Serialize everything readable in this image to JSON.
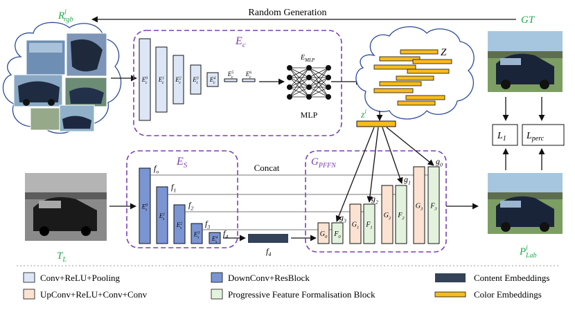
{
  "top_arrow_label": "Random Generation",
  "labels": {
    "r_rgb": "R",
    "r_rgb_sup": "i",
    "r_rgb_sub": "rgb",
    "gt": "GT",
    "ec_title": "E",
    "ec_title_sub": "c",
    "es_title": "E",
    "es_title_sub": "S",
    "g_title": "G",
    "g_title_sub": "PFFN",
    "mlp_top": "E",
    "mlp_top_sub": "MLP",
    "mlp_bottom": "MLP",
    "z_set": "Z",
    "z_i": "z",
    "z_i_sup": "i",
    "concat": "Concat",
    "t_l": "T",
    "t_l_sub": "L",
    "p_lab": "P",
    "p_lab_sup": "i",
    "p_lab_sub": "Lab",
    "loss1": "L",
    "loss1_sub": "1",
    "loss_perc": "L",
    "loss_perc_sub": "perc"
  },
  "ec_blocks": [
    {
      "name": "E",
      "sup": "0",
      "sub": "c"
    },
    {
      "name": "E",
      "sup": "1",
      "sub": "c"
    },
    {
      "name": "E",
      "sup": "2",
      "sub": "c"
    },
    {
      "name": "E",
      "sup": "3",
      "sub": "c"
    },
    {
      "name": "E",
      "sup": "4",
      "sub": "c"
    },
    {
      "name": "E",
      "sup": "5",
      "sub": "c"
    },
    {
      "name": "E",
      "sup": "6",
      "sub": "c"
    }
  ],
  "es_blocks": [
    {
      "name": "E",
      "sup": "0",
      "sub": "s"
    },
    {
      "name": "E",
      "sup": "1",
      "sub": "s"
    },
    {
      "name": "E",
      "sup": "2",
      "sub": "s"
    },
    {
      "name": "E",
      "sup": "3",
      "sub": "s"
    },
    {
      "name": "E",
      "sup": "4",
      "sub": "s"
    }
  ],
  "features_f": [
    {
      "name": "f",
      "sub": "o"
    },
    {
      "name": "f",
      "sub": "1"
    },
    {
      "name": "f",
      "sub": "2"
    },
    {
      "name": "f",
      "sub": "3"
    },
    {
      "name": "f",
      "sub": "4"
    }
  ],
  "content_embedding_label": {
    "name": "f",
    "sub": "4"
  },
  "g_blocks": [
    {
      "name": "G",
      "sub": "0"
    },
    {
      "name": "G",
      "sub": "1"
    },
    {
      "name": "G",
      "sub": "2"
    },
    {
      "name": "G",
      "sub": "3"
    }
  ],
  "f_blocks": [
    {
      "name": "F",
      "sub": "0"
    },
    {
      "name": "F",
      "sub": "1"
    },
    {
      "name": "F",
      "sub": "2"
    },
    {
      "name": "F",
      "sub": "3"
    }
  ],
  "features_g": [
    {
      "name": "g",
      "sub": "3"
    },
    {
      "name": "g",
      "sub": "2"
    },
    {
      "name": "g",
      "sub": "1"
    },
    {
      "name": "g",
      "sub": "0"
    }
  ],
  "legend": [
    {
      "label": "Conv+ReLU+Pooling",
      "color": "#dde6f6"
    },
    {
      "label": "DownConv+ResBlock",
      "color": "#7b95d3"
    },
    {
      "label": "Content Embeddings",
      "color": "#334257"
    },
    {
      "label": "UpConv+ReLU+Conv+Conv",
      "color": "#fbe2d2"
    },
    {
      "label": "Progressive Feature Formalisation Block",
      "color": "#e3f2dd"
    },
    {
      "label": "Color Embeddings",
      "color": "#f7bb1d"
    }
  ],
  "colors": {
    "label_green": "#1fa84a",
    "dashed_purple": "#7b3fb0",
    "title_purple": "#7b3fb0",
    "ec_fill": "#dde6f6",
    "es_fill": "#7b95d3",
    "content": "#334257",
    "g_fill": "#fbe2d2",
    "f_fill": "#e3f2dd",
    "color_emb": "#f7bb1d"
  }
}
